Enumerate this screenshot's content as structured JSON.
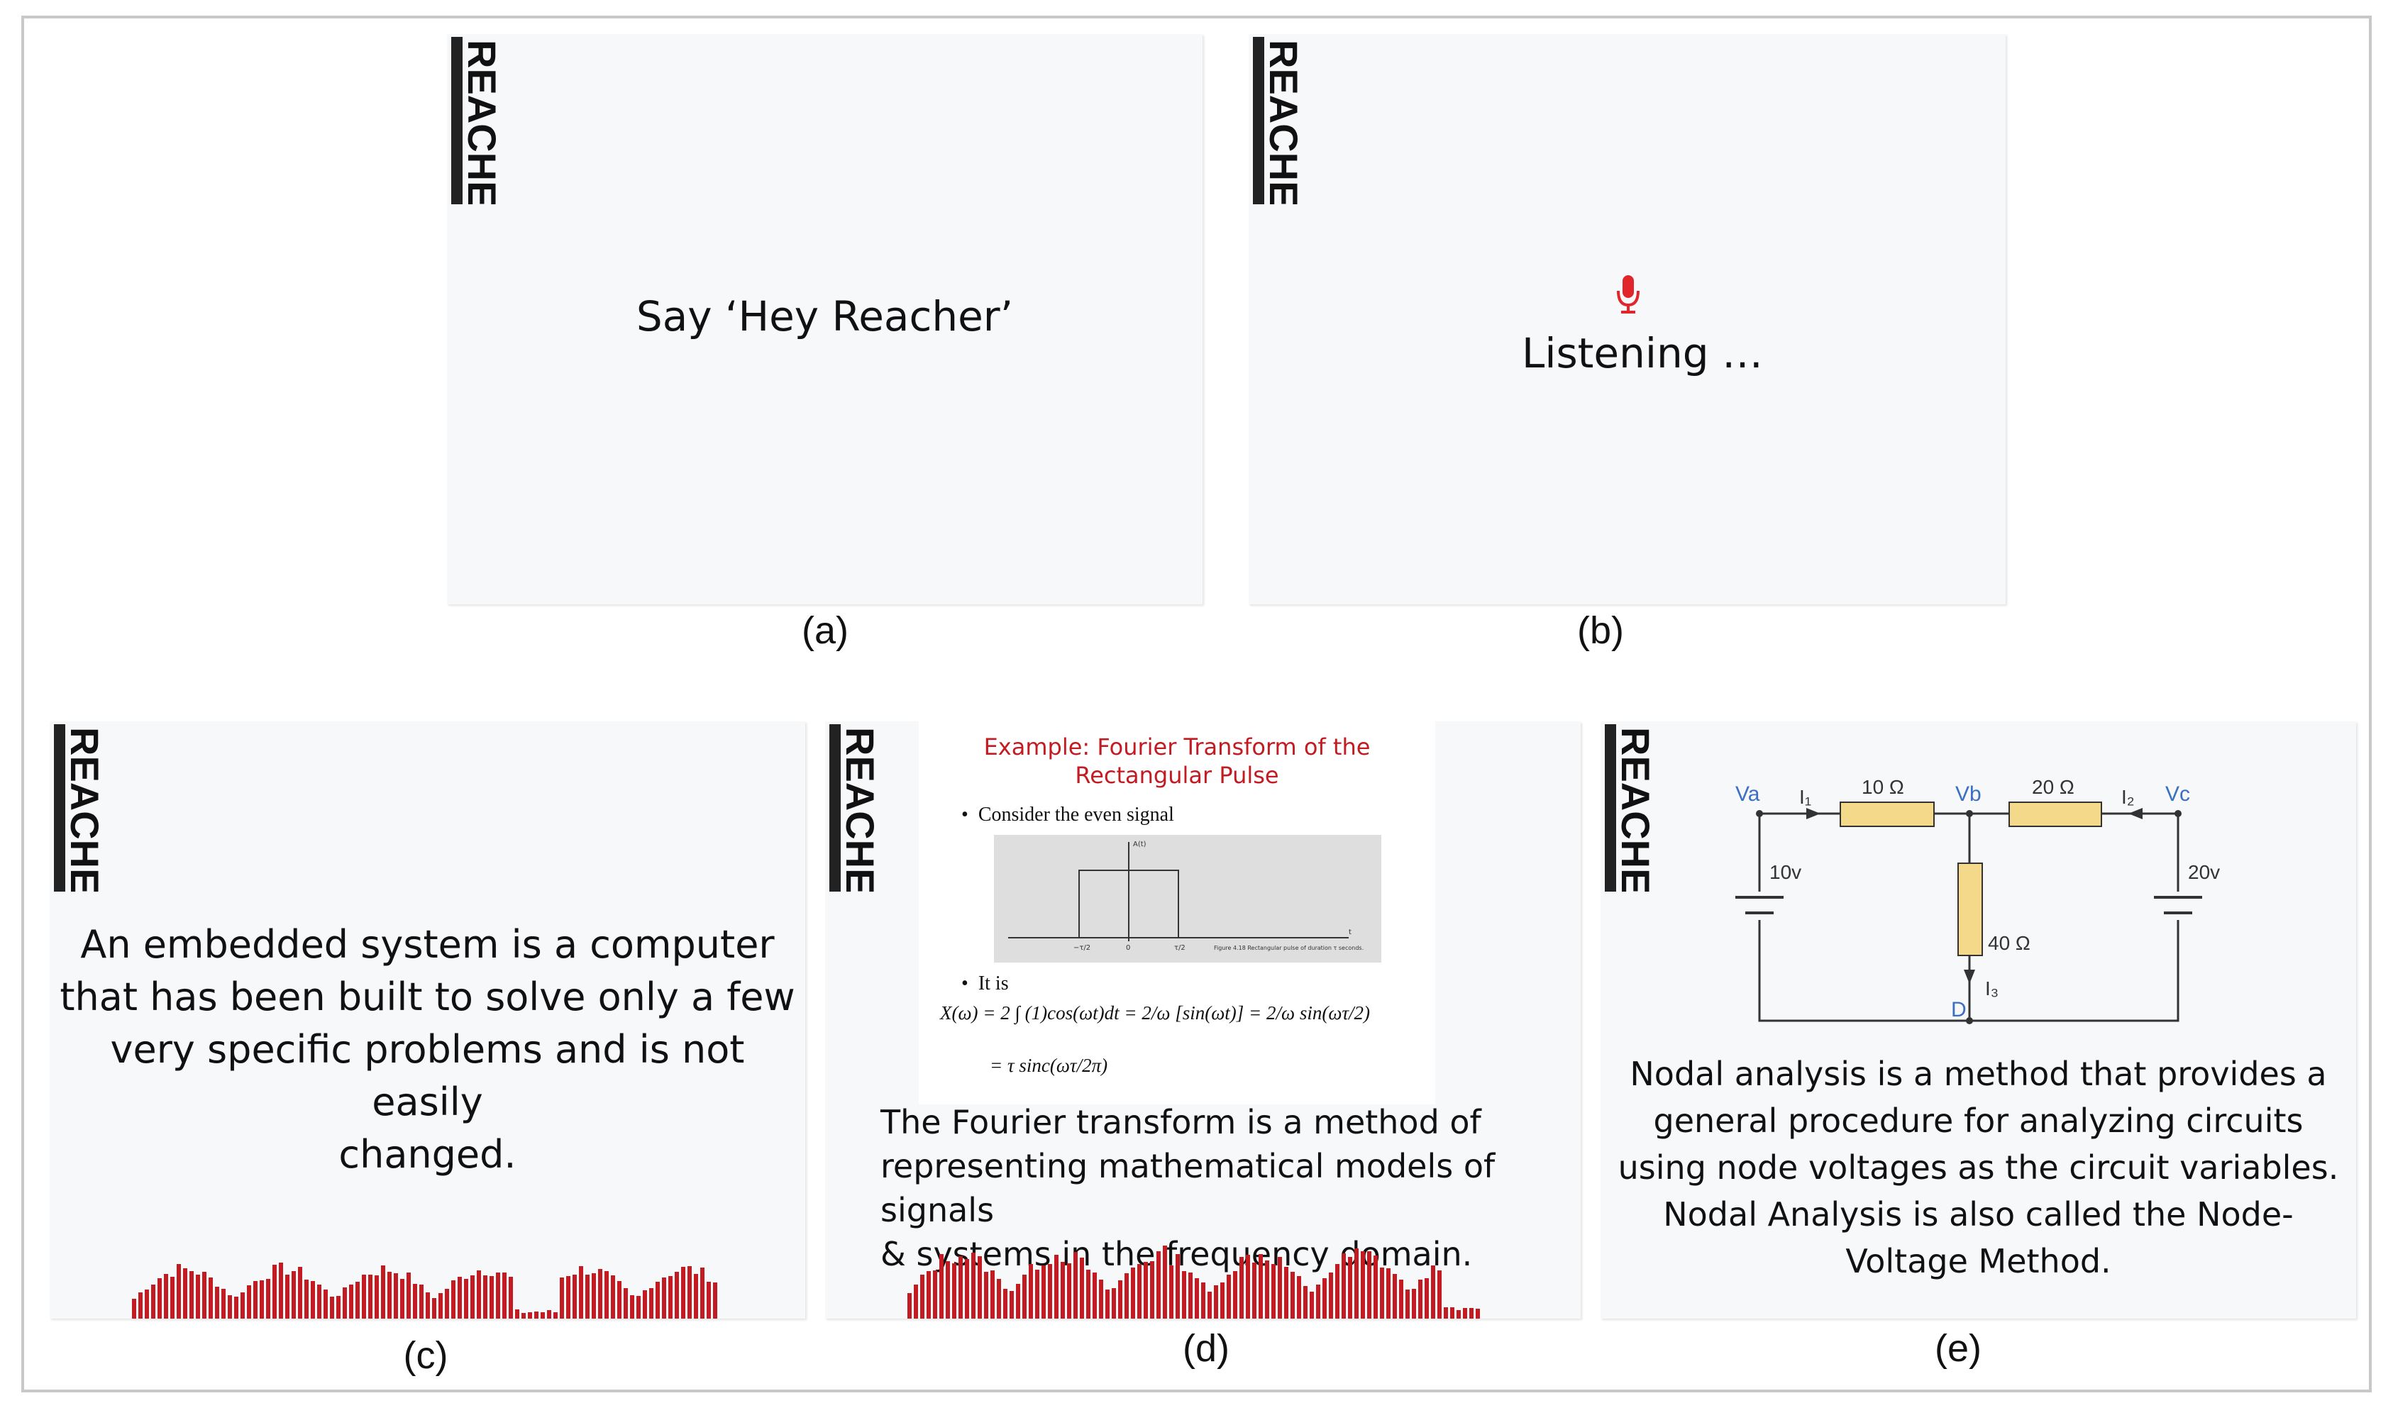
{
  "logo": {
    "text": "REACHER",
    "tagline": ""
  },
  "panels": {
    "a": {
      "caption": "(a)",
      "message": "Say ‘Hey Reacher’"
    },
    "b": {
      "caption": "(b)",
      "message": "Listening …",
      "icon": "microphone-icon",
      "icon_color": "#e0262b"
    },
    "c": {
      "caption": "(c)",
      "lines": [
        "An embedded system is a computer",
        "that has been built to solve only a few",
        "very specific problems and is not easily",
        "changed."
      ]
    },
    "d": {
      "caption": "(d)",
      "slide_title_lines": [
        "Example: Fourier Transform of the",
        "Rectangular Pulse"
      ],
      "bullet1": "Consider the even signal",
      "bullet2": "It is",
      "plot_labels": {
        "y": "A(t)",
        "left": "−τ/2",
        "mid": "0",
        "right": "τ/2",
        "t": "t",
        "figure": "Figure 4.18  Rectangular pulse of duration τ seconds."
      },
      "eq1": "X(ω) = 2 ∫ (1)cos(ωt)dt = 2/ω [sin(ωt)] = 2/ω sin(ωτ/2)",
      "eq2": "= τ sinc(ωτ/2π)",
      "lines": [
        "The Fourier transform is a method of",
        "representing mathematical models of signals",
        "& systems in the frequency domain."
      ]
    },
    "e": {
      "caption": "(e)",
      "circuit": {
        "va": "Va",
        "vb": "Vb",
        "vc": "Vc",
        "d": "D",
        "i1": "I₁",
        "i2": "I₂",
        "i3": "I₃",
        "r1": "10 Ω",
        "r2": "20 Ω",
        "r3": "40 Ω",
        "v1": "10v",
        "v2": "20v",
        "node_color": "#3a6fc4",
        "resistor_color": "#f5d98a"
      },
      "lines": [
        "Nodal analysis is a method that provides a",
        "general procedure for analyzing circuits",
        "using node voltages as the circuit variables.",
        "Nodal Analysis is also called the Node-",
        "Voltage Method."
      ]
    }
  },
  "colors": {
    "wave": "#c21c22",
    "panel_bg": "#f7f8fa",
    "title_red": "#c21c22"
  }
}
